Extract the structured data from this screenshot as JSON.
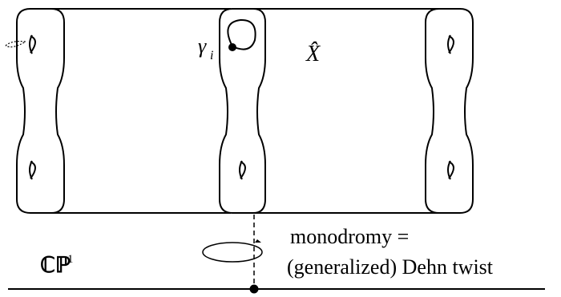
{
  "labels": {
    "total_space": "X̂",
    "vanishing_cycle": "γ",
    "vanishing_cycle_subscript": "i",
    "base": "ℂℙ",
    "base_superscript": "1",
    "monodromy_line1": "monodromy =",
    "monodromy_line2": "(generalized) Dehn twist"
  }
}
